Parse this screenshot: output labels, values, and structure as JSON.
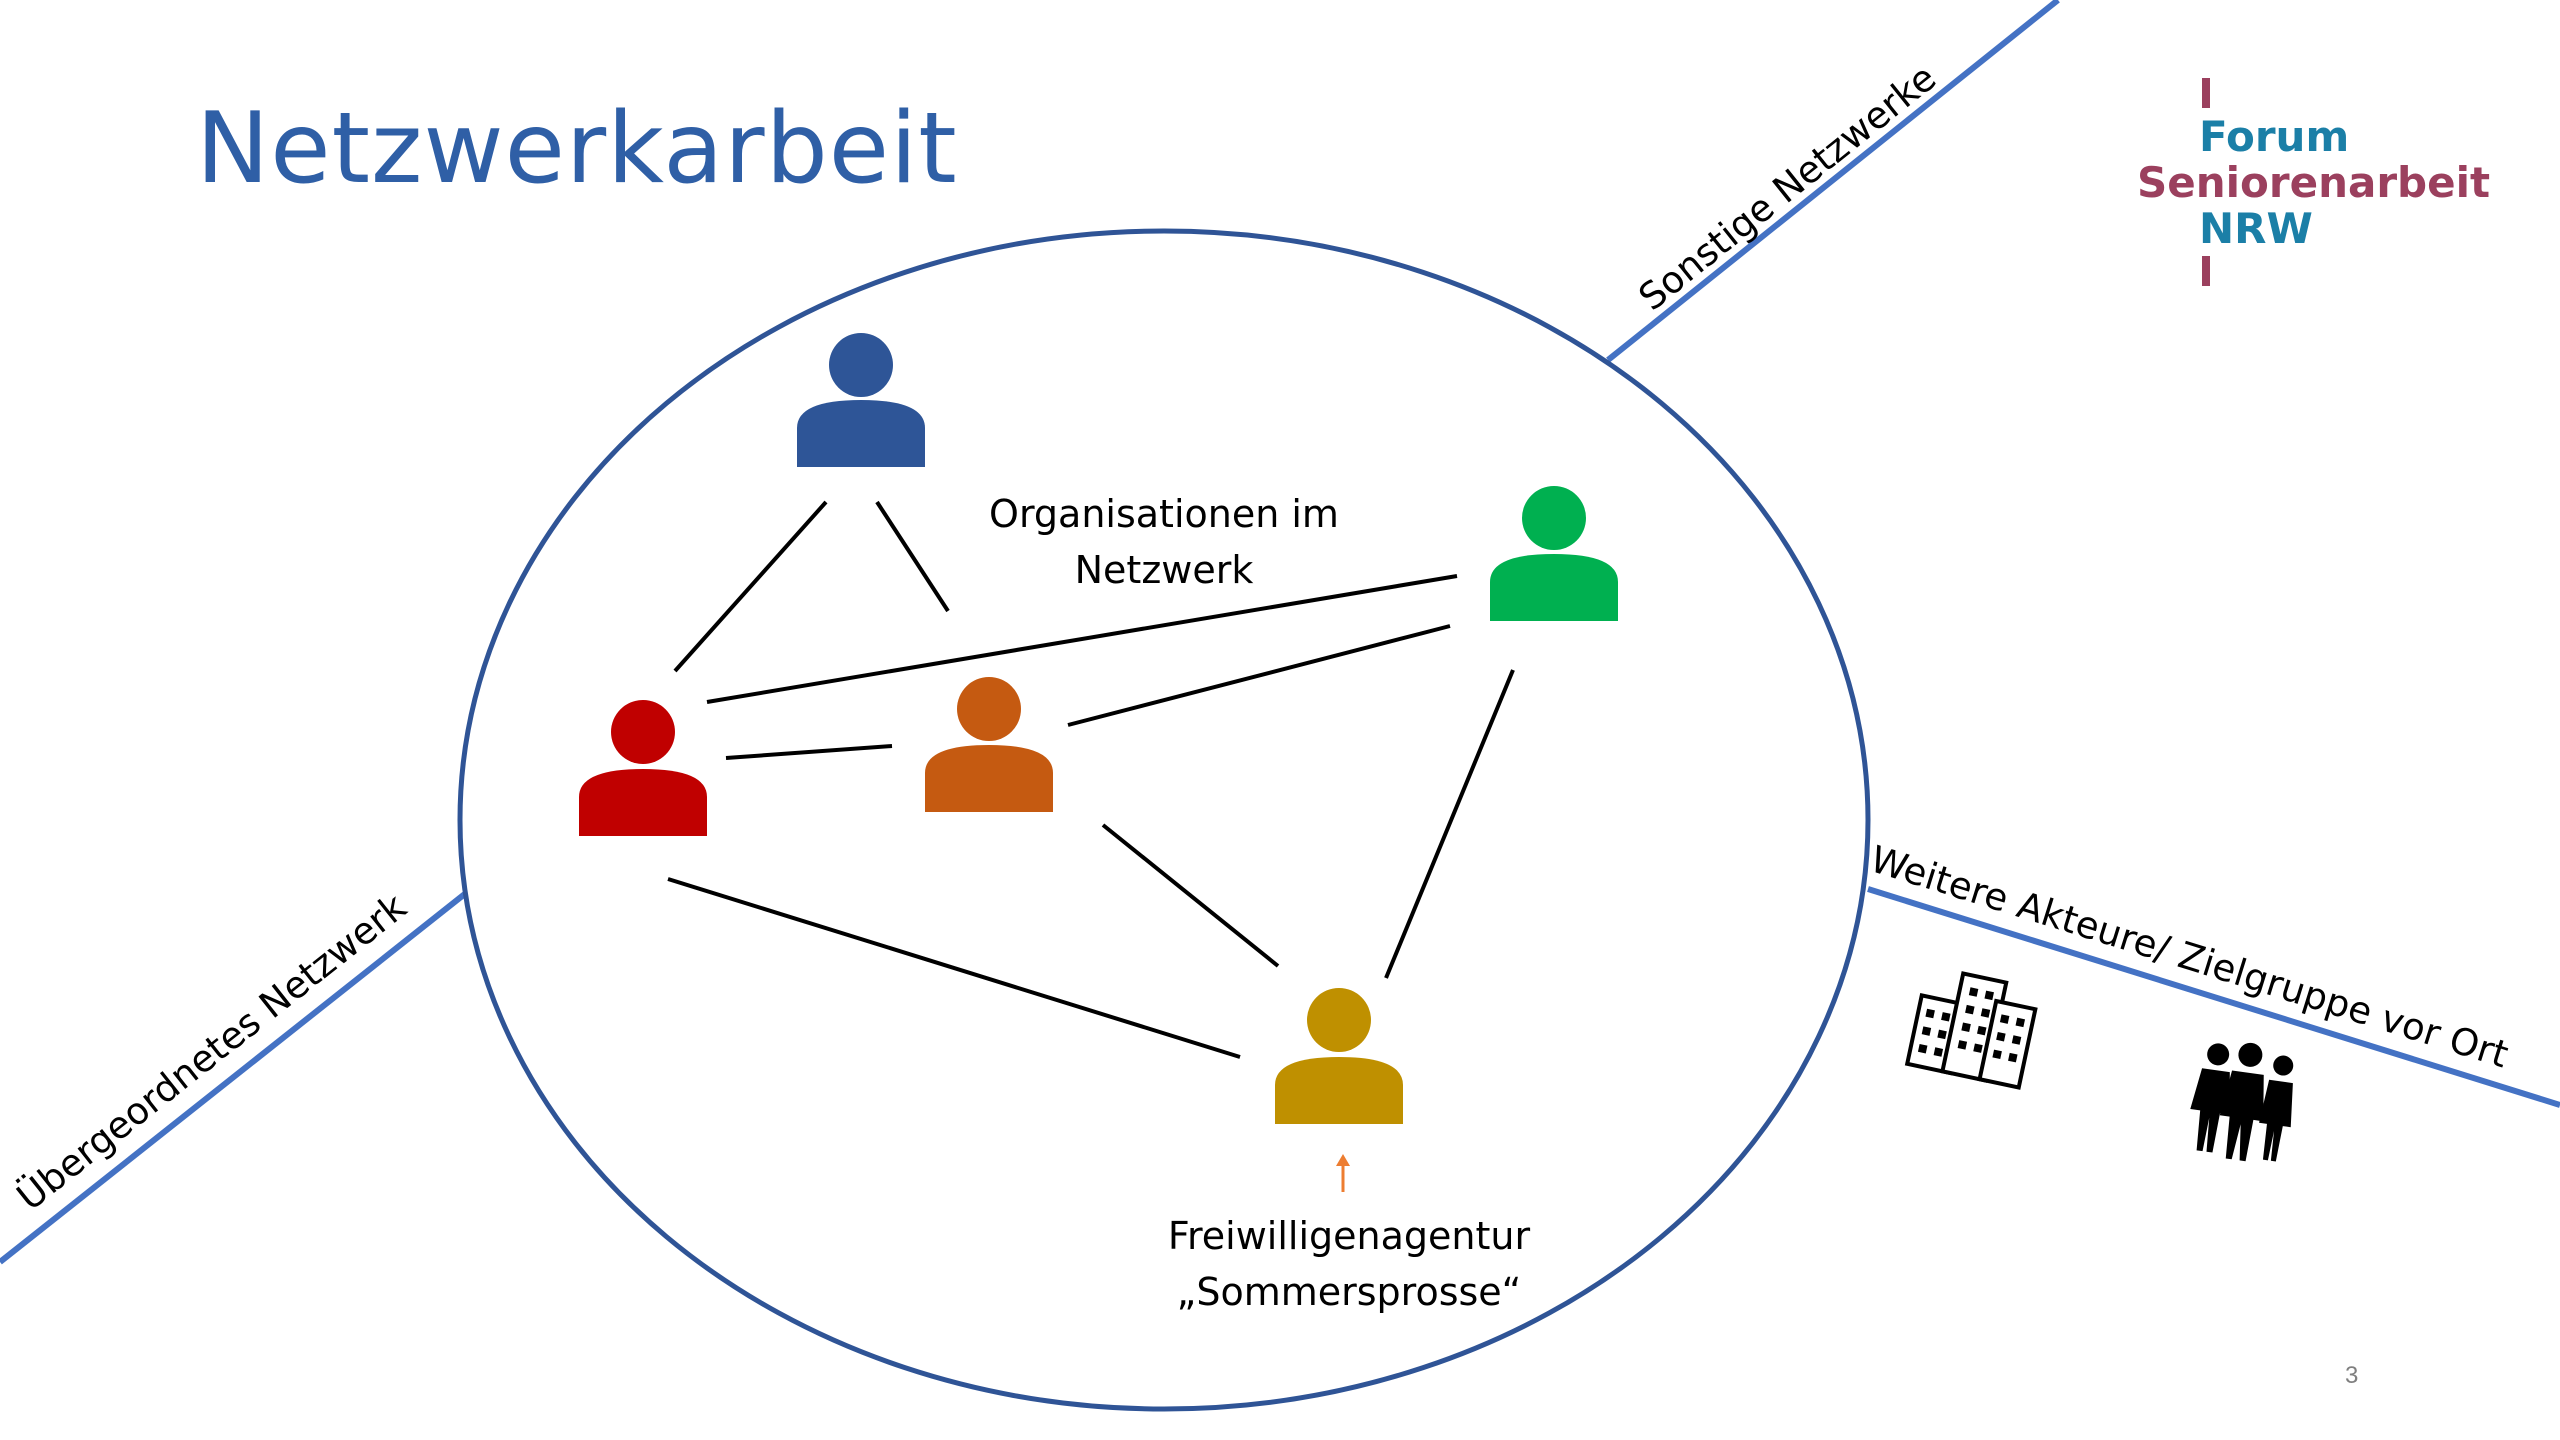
{
  "slide": {
    "title": "Netzwerkarbeit",
    "page_number": "3"
  },
  "logo": {
    "line1": "Forum",
    "line2": "Seniorenarbeit",
    "line3": "NRW",
    "colors": {
      "blue": "#1b7fa7",
      "maroon": "#9b405e"
    }
  },
  "diagram": {
    "center_label_line1": "Organisationen im",
    "center_label_line2": "Netzwerk",
    "highlight_label_line1": "Freiwilligenagentur",
    "highlight_label_line2": "„Sommersprosse“",
    "outer_labels": {
      "top_right": "Sonstige Netzwerke",
      "left": "Übergeordnetes Netzwerk",
      "right": "Weitere Akteure/ Zielgruppe vor Ort"
    },
    "people_colors": {
      "blue": "#2e5597",
      "green": "#00b050",
      "red": "#c00000",
      "orange": "#c55a11",
      "gold": "#bf9000"
    },
    "line_color": "#4472c4",
    "ellipse_color": "#2f5496",
    "arrow_color": "#ed7d31",
    "icons": [
      "buildings-icon",
      "people-group-icon"
    ]
  }
}
